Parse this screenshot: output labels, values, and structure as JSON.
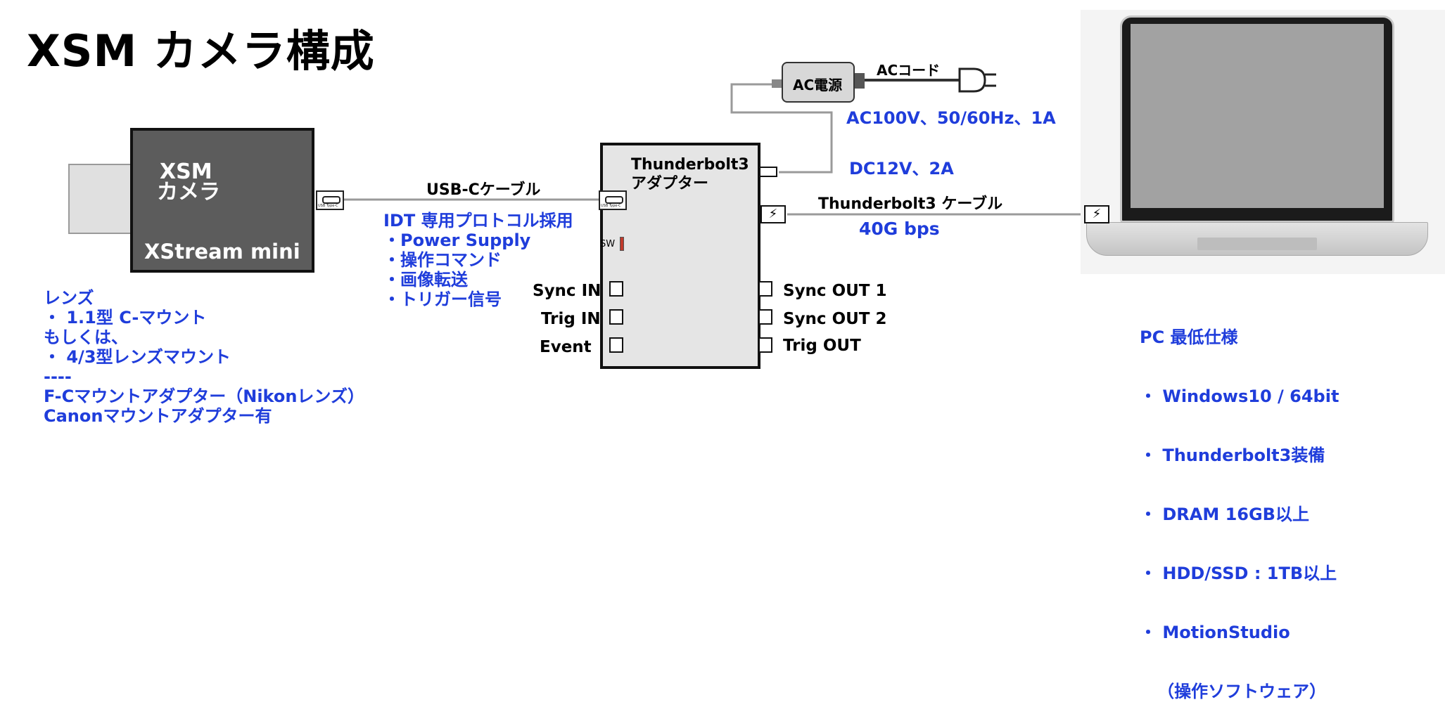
{
  "title": "XSM カメラ構成",
  "camera": {
    "name_line1": "XSM",
    "name_line2": "カメラ",
    "model": "XStream mini",
    "port_label": "USB Type-C"
  },
  "usb_cable": {
    "label": "USB-Cケーブル"
  },
  "protocol": {
    "heading": "IDT 専用プロトコル採用",
    "items": [
      "・Power Supply",
      "・操作コマンド",
      "・画像転送",
      "・トリガー信号"
    ]
  },
  "adapter": {
    "name_line1": "Thunderbolt3",
    "name_line2": "アダプター",
    "port_label": "USB Type-C",
    "sw_label": "SW",
    "tb_icon": "lightning-icon",
    "left_ports": [
      "Sync IN",
      "Trig IN",
      "Event"
    ],
    "right_ports": [
      "Sync OUT 1",
      "Sync OUT 2",
      "Trig OUT"
    ]
  },
  "power": {
    "ac_unit_label": "AC電源",
    "ac_cord_label": "ACコード",
    "ac_spec": "AC100V、50/60Hz、1A",
    "dc_spec": "DC12V、2A",
    "plug_icon": "power-plug-icon"
  },
  "tb_cable": {
    "label": "Thunderbolt3 ケーブル",
    "speed": "40G bps"
  },
  "lens": {
    "lines": [
      "レンズ",
      "・ 1.1型 C-マウント",
      "もしくは、",
      "・ 4/3型レンズマウント",
      "----",
      "F-Cマウントアダプター（Nikonレンズ）",
      "Canonマウントアダプター有"
    ]
  },
  "pc": {
    "lines": [
      "PC 最低仕様",
      "・ Windows10 / 64bit",
      "・ Thunderbolt3装備",
      "・ DRAM 16GB以上",
      "・ HDD/SSD : 1TB以上",
      "・ MotionStudio",
      "   （操作ソフトウェア）"
    ]
  },
  "colors": {
    "accent_text": "#1f3ddb",
    "camera_body": "#5c5c5c",
    "adapter_body": "#e5e5e5"
  }
}
